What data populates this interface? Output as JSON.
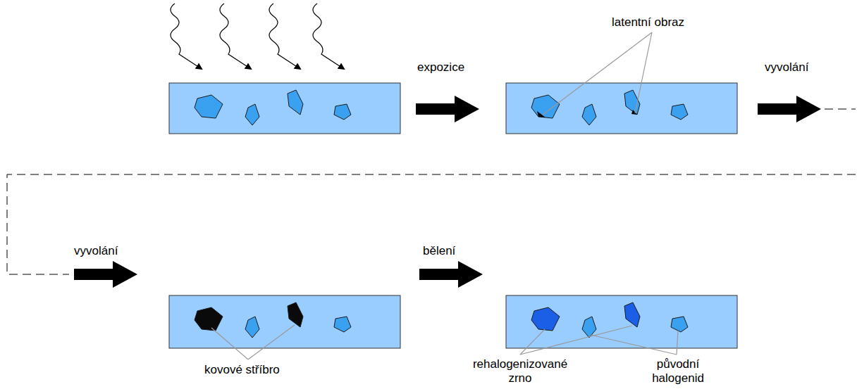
{
  "diagram": {
    "labels": [
      "latentní obraz",
      "expozice",
      "vyvolání",
      "vyvolání",
      "bělení",
      "kovové stříbro",
      "rehalogenizované zrno",
      "původní halogenid"
    ]
  }
}
